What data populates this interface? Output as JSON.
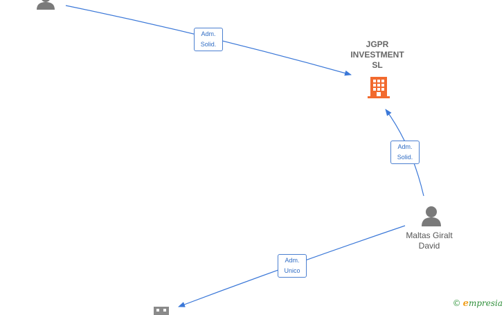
{
  "nodes": {
    "company": {
      "label_lines": [
        "JGPR",
        "INVESTMENT",
        "SL"
      ],
      "color": "#f26a2e",
      "icon": "building-icon"
    },
    "person_top": {
      "label": "",
      "icon": "person-icon"
    },
    "person_main": {
      "label_lines": [
        "Maltas Giralt",
        "David"
      ],
      "icon": "person-icon"
    },
    "company_bottom": {
      "label": "",
      "icon": "building-icon"
    }
  },
  "edges": [
    {
      "from": "person_top",
      "to": "company",
      "label_lines": [
        "Adm.",
        "Solid."
      ]
    },
    {
      "from": "person_main",
      "to": "company",
      "label_lines": [
        "Adm.",
        "Solid."
      ]
    },
    {
      "from": "person_main",
      "to": "company_bottom",
      "label_lines": [
        "Adm.",
        "Unico"
      ]
    }
  ],
  "colors": {
    "edge": "#3b78d8",
    "person": "#7a7a7a",
    "company_bottom": "#8a8a8a"
  },
  "brand": {
    "copyright": "©",
    "name_initial": "e",
    "name_rest": "mpresia"
  }
}
